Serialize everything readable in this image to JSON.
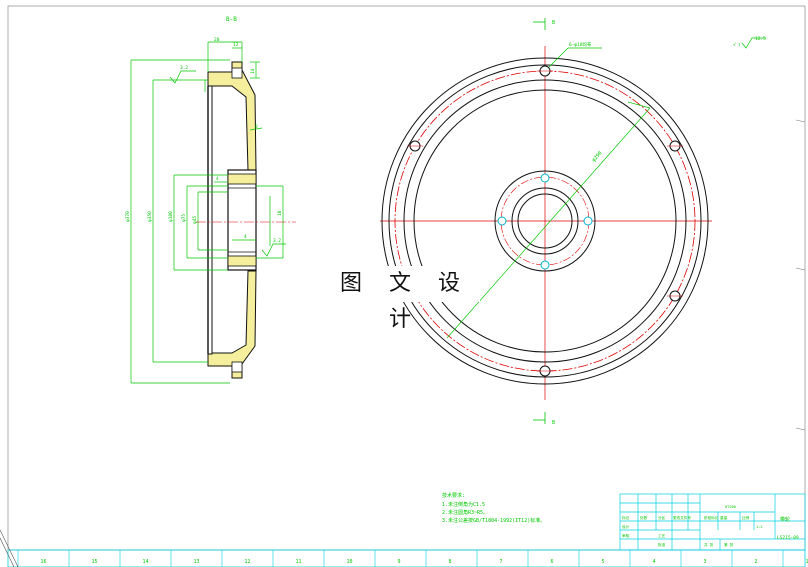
{
  "section_label": "B-B",
  "watermark_text": "图 文 设 计",
  "dims_side": {
    "overall_dia": "φ370",
    "rim_dia": "φ350",
    "hub_outer": "φ180",
    "hub_mid": "φ75",
    "hub_inner": "φ45",
    "top_width_a": "20",
    "top_width_b": "12",
    "rim_thk": "14",
    "web_thk": "8",
    "hub_step": "4",
    "hub_len": "10",
    "rough_a": "3.2",
    "rough_b": "3.2"
  },
  "dims_front": {
    "hole_callout": "6-φ18均布",
    "pcd": "φ290",
    "section_mark_top": "B",
    "section_mark_bottom": "B",
    "roughness_general": "12.5"
  },
  "notes": {
    "title": "技术要求:",
    "lines": [
      "1.未注倒角为C1.5",
      "2.未注圆角R3~R5。",
      "3.未注公差按GB/T1804-1992(IT12)标准。"
    ]
  },
  "title_block": {
    "part_name": "带轮",
    "drawing_no": "LS215-09",
    "scale": "1:2",
    "material": "HT200",
    "labels": [
      "标记",
      "处数",
      "分区",
      "更改文件号",
      "签名",
      "年月日",
      "设计",
      "审核",
      "工艺",
      "批准",
      "阶段标记",
      "重量",
      "比例",
      "共 张",
      "第 张"
    ]
  },
  "grid_numbers": [
    "16",
    "15",
    "14",
    "13",
    "12",
    "11",
    "10",
    "9",
    "8",
    "7",
    "6",
    "5",
    "4",
    "3",
    "2",
    "1"
  ],
  "colors": {
    "part_outline": "#111111",
    "dimension": "#00c800",
    "section_fill": "#f5ee9c",
    "centerline": "#e00000",
    "border": "#00d0e0",
    "hole": "#00b4d0"
  }
}
